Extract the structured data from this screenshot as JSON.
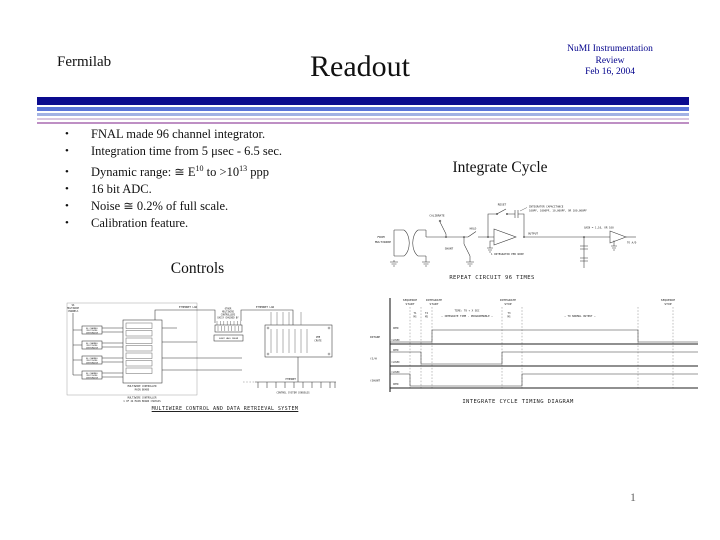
{
  "slide": {
    "org": "Fermilab",
    "title": "Readout",
    "meta_line1": "NuMI Instrumentation",
    "meta_line2": "Review",
    "meta_line3": "Feb 16, 2004",
    "page_number": "1"
  },
  "colors": {
    "stripe_navy": "#0B0B8E",
    "stripe_blue": "#5A74D8",
    "stripe_periwinkle": "#A2B2E4",
    "stripe_lilac": "#D9C6DF",
    "stripe_plum": "#BE8FC4",
    "meta_text": "#00008B"
  },
  "bullets": {
    "marker": "•",
    "group1": [
      "FNAL made 96 channel integrator.",
      "Integration time from 5 μsec - 6.5 sec."
    ],
    "dynamic_range": {
      "pre": "Dynamic range: ≅ E",
      "sup1": "10",
      "mid": " to >10",
      "sup2": "13",
      "post": " ppp"
    },
    "group2": [
      "16 bit ADC.",
      "Noise ≅ 0.2% of full scale.",
      "Calibration feature."
    ]
  },
  "integrate_cycle": {
    "heading": "Integrate Cycle",
    "labels": {
      "reset": "RESET",
      "calibrate": "CALIBRATE",
      "hold": "HOLD",
      "shunt": "SHUNT",
      "from1": "FROM",
      "from2": "MULTIWIRE",
      "cap_note1": "INTEGRATOR CAPACITANCE",
      "cap_note2": "100PF, 1000PF, 10,000PF, OR 100,000PF",
      "output": "OUTPUT",
      "gain": "GAIN = 1,10, OR 100",
      "per_wire": "1 INTEGRATOR PER WIRE",
      "to_ad": "TO A/D"
    },
    "caption": "REPEAT CIRCUIT 96 TIMES"
  },
  "timing": {
    "events": {
      "e1a": "SEQUENCE",
      "e1b": "START",
      "e2a": "INTEGRATE",
      "e2b": "START",
      "e3a": "INTEGRATE",
      "e3b": "STOP",
      "e4a": "SEQUENCE",
      "e4b": "STOP"
    },
    "notes": {
      "time": "TIME: T0 + X SEC",
      "integrate": "— INTEGRATE TIME - PROGRAMMABLE —",
      "normal": "— TO NORMAL OUTPUT —",
      "t1": "T1",
      "t2": "T2",
      "t3": "T3",
      "ms": "MS"
    },
    "rows": [
      {
        "label": "INTGRE",
        "top": "OPEN",
        "bottom": "CLOSED"
      },
      {
        "label": "(S/H",
        "top": "OPEN",
        "bottom": "CLOSED"
      },
      {
        "label": "(SHUNT",
        "top": "CLOSED",
        "bottom": "OPEN"
      }
    ],
    "caption": "INTEGRATE CYCLE TIMING DIAGRAM"
  },
  "controls": {
    "heading": "Controls",
    "channels": {
      "l1": "96",
      "l2": "MULTIWIRE",
      "l3": "CHANNELS"
    },
    "integrator": {
      "l1": "96 CHANNEL",
      "l2": "MULTIWIRE",
      "l3": "INTEGRATOR"
    },
    "main_board": {
      "c1": "MULTIWIRE CONTROLLER",
      "c2": "MAIN BOARD"
    },
    "ethernet_lan": "ETHERNET LAN",
    "others": {
      "l1": "OTHER",
      "l2": "MULTIWIRE",
      "l3": "CONTROLLERS",
      "l4": "DAISY CHAINED BY"
    },
    "modem": "SHORT HAUL MODEM",
    "crate": {
      "l1": "VME",
      "l2": "CRATE"
    },
    "ethernet": "ETHERNET",
    "consoles": "CONTROL SYSTEM CONSOLES",
    "chassis": {
      "c1": "MULTIWIRE CONTROLLER",
      "c2": "1 OF 24  MAIN BOARD CHASSIS"
    },
    "caption": "MULTIWIRE CONTROL AND DATA RETRIEVAL SYSTEM"
  }
}
